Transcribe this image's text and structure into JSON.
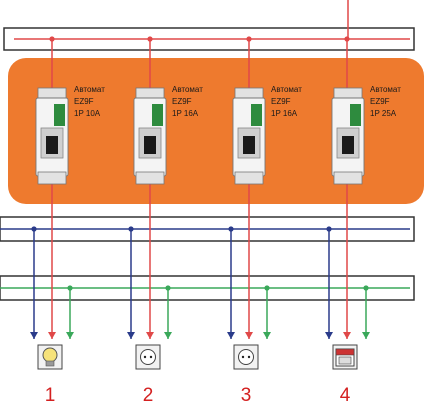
{
  "breakers": [
    {
      "line1": "Автомат",
      "line2": "EZ9F",
      "line3": "1P 10A"
    },
    {
      "line1": "Автомат",
      "line2": "EZ9F",
      "line3": "1P 16A"
    },
    {
      "line1": "Автомат",
      "line2": "EZ9F",
      "line3": "1P 16A"
    },
    {
      "line1": "Автомат",
      "line2": "EZ9F",
      "line3": "1P 25A"
    }
  ],
  "loads": [
    {
      "number": "1",
      "icon": "lamp-icon"
    },
    {
      "number": "2",
      "icon": "socket-icon"
    },
    {
      "number": "3",
      "icon": "socket-icon"
    },
    {
      "number": "4",
      "icon": "stove-icon"
    }
  ],
  "colors": {
    "panel": "#ee7a2e",
    "phase": "#e04848",
    "neutral": "#2a3b8a",
    "ground": "#3aa85a",
    "label_number": "#d42020"
  }
}
